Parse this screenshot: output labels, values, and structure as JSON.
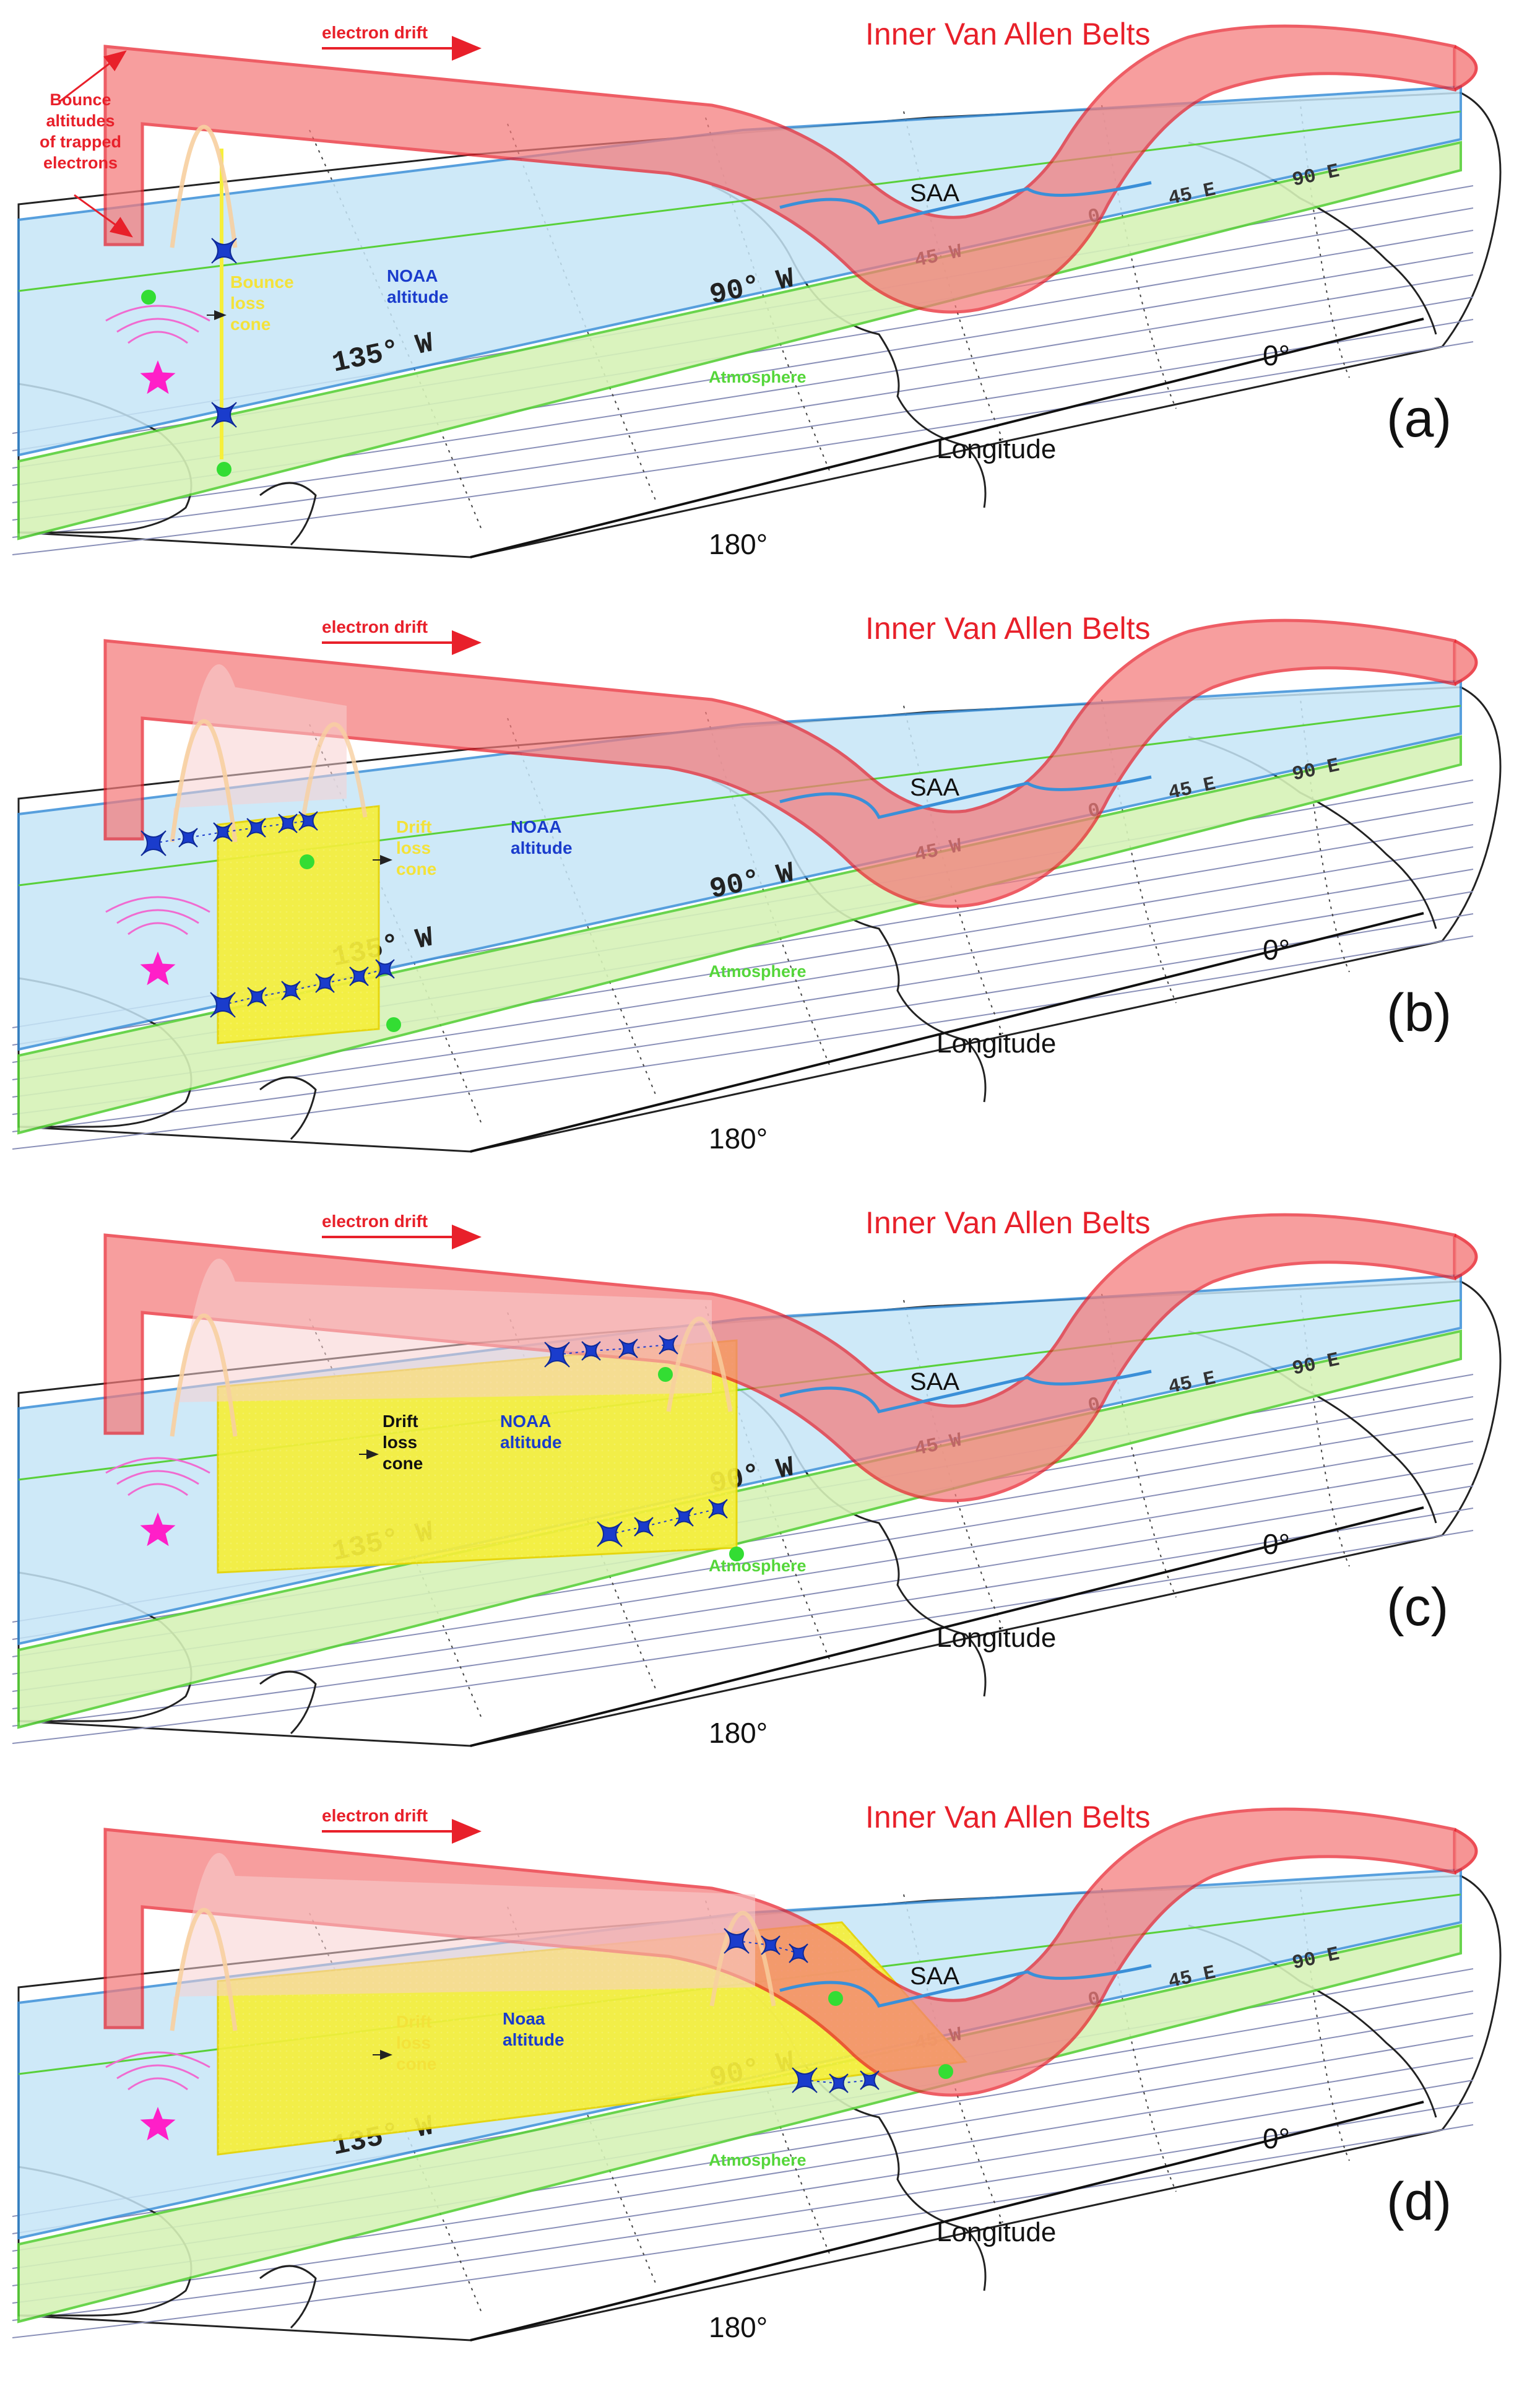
{
  "panels": [
    {
      "label": "(a)",
      "cone_type": "bounce",
      "cone_text": "Bounce loss cone",
      "noaa_label": "NOAA altitude",
      "show_bounce_annotation": true
    },
    {
      "label": "(b)",
      "cone_type": "drift-small",
      "cone_text": "Drift loss cone",
      "noaa_label": "NOAA altitude",
      "show_bounce_annotation": false
    },
    {
      "label": "(c)",
      "cone_type": "drift-medium",
      "cone_text": "Drift loss cone",
      "noaa_label": "NOAA altitude",
      "show_bounce_annotation": false
    },
    {
      "label": "(d)",
      "cone_type": "drift-large",
      "cone_text": "Drift loss cone",
      "noaa_label": "Noaa altitude",
      "show_bounce_annotation": false
    }
  ],
  "labels": {
    "belts": "Inner Van Allen Belts",
    "electron_drift": "electron drift",
    "bounce_altitudes": [
      "Bounce",
      "altitudes",
      "of trapped",
      "electrons"
    ],
    "atmosphere": "Atmosphere",
    "saa": "SAA",
    "longitude": "Longitude",
    "lon_0": "0°",
    "lon_180": "180°",
    "map_135w": "135° W",
    "map_90w": "90° W",
    "map_45w": "45 W",
    "map_0": "0",
    "map_45e": "45 E",
    "map_90e": "90 E"
  },
  "colors": {
    "belt_fill": "#f47a7a",
    "belt_edge": "#e8202a",
    "noaa_band": "#c6e6f7",
    "noaa_edge": "#3a8fd8",
    "atmosphere_band": "#d6f2b8",
    "atmosphere_edge": "#59d03a",
    "loss_cone": "#f6ef3a",
    "crossing_marker": "#1a3ccc",
    "footpoint": "#33dd33",
    "transmitter": "#ff1fc8"
  }
}
